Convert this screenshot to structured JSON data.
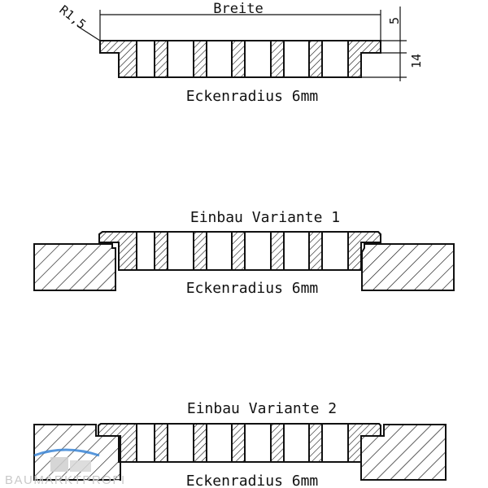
{
  "drawing": {
    "top": {
      "width_label": "Breite",
      "radius_label": "R1,5",
      "dim_small": "5",
      "dim_large": "14",
      "caption": "Eckenradius 6mm"
    },
    "variant1": {
      "title": "Einbau Variante 1",
      "caption": "Eckenradius 6mm"
    },
    "variant2": {
      "title": "Einbau Variante 2",
      "caption": "Eckenradius 6mm"
    }
  },
  "watermark": {
    "text": "BAUMARKTPROFI",
    "accent_color": "#3a86d6",
    "logo_color": "#cfcfcf"
  }
}
